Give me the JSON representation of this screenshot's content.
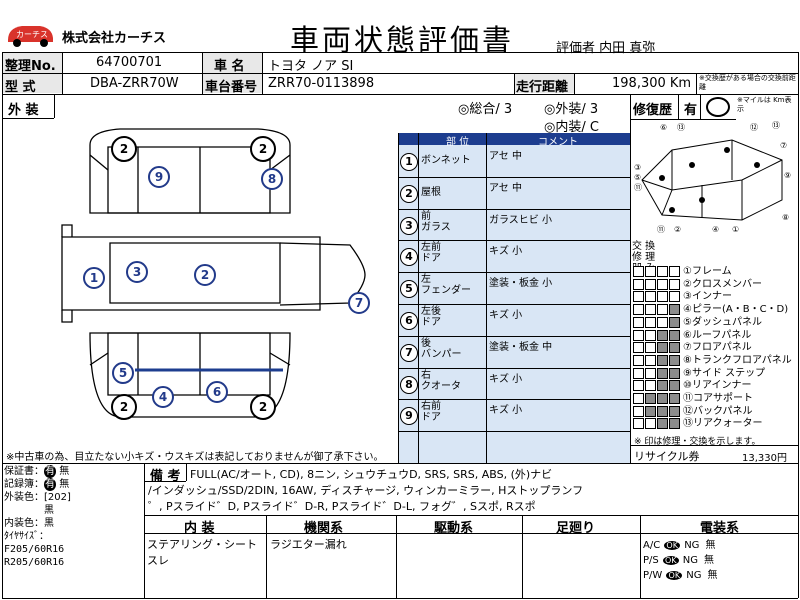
{
  "header": {
    "company": "株式会社カーチス",
    "logo_text": "カーチス",
    "title": "車両状態評価書",
    "evaluator_label": "評価者",
    "evaluator_name": "内田 真弥"
  },
  "info": {
    "mgmt_label": "整理No.",
    "mgmt_value": "64700701",
    "name_label": "車 名",
    "name_value": "トヨタ ノア SI",
    "model_label": "型 式",
    "model_value": "DBA-ZRR70W",
    "chassis_label": "車台番号",
    "chassis_value": "ZRR70-0113898",
    "mileage_label": "走行距離",
    "mileage_value": "198,300 Km",
    "mileage_note": "※交換歴がある場合の交換前距離"
  },
  "exterior": {
    "label": "外 装",
    "overall_label": "◎総合/",
    "overall_value": "3",
    "ext_label": "◎外装/",
    "ext_value": "3",
    "int_label": "◎内装/",
    "int_value": "C",
    "repair_label": "修復歴",
    "repair_value": "有",
    "meter_note": "※マイルは Km表示"
  },
  "diagram_marks": {
    "tires": [
      "2",
      "2",
      "2",
      "2"
    ],
    "points": [
      "9",
      "8",
      "1",
      "3",
      "2",
      "7",
      "5",
      "4",
      "6"
    ]
  },
  "table": {
    "head_part": "部 位",
    "head_comment": "コメント",
    "rows": [
      {
        "no": "1",
        "part": "ボンネット",
        "comment": "アセ 中"
      },
      {
        "no": "2",
        "part": "屋根",
        "comment": "アセ 中"
      },
      {
        "no": "3",
        "part": "前\nガラス",
        "comment": "ガラスヒビ 小"
      },
      {
        "no": "4",
        "part": "左前\nドア",
        "comment": "キズ 小"
      },
      {
        "no": "5",
        "part": "左\nフェンダー",
        "comment": "塗装・板金 小"
      },
      {
        "no": "6",
        "part": "左後\nドア",
        "comment": "キズ 小"
      },
      {
        "no": "7",
        "part": "後\nバンパー",
        "comment": "塗装・板金 中"
      },
      {
        "no": "8",
        "part": "右\nクオータ",
        "comment": "キズ 小"
      },
      {
        "no": "9",
        "part": "右前\nドア",
        "comment": "キズ 小"
      }
    ]
  },
  "damage_list": {
    "col_headers": [
      "交 換",
      "修 理",
      "凹 み"
    ],
    "items": [
      "①フレーム",
      "②クロスメンバー",
      "③インナー",
      "④ピラー(A・B・C・D)",
      "⑤ダッシュパネル",
      "⑥ルーフパネル",
      "⑦フロアパネル",
      "⑧トランクフロアパネル",
      "⑨サイド ステップ",
      "⑩リアインナー",
      "⑪コアサポート",
      "⑫バックパネル",
      "⑬リアクォーター"
    ],
    "footnote": "※ 印は修理・交換を示します。",
    "recycle_label": "リサイクル券",
    "recycle_value": "13,330円"
  },
  "notice": "※中古車の為、目立たない小キズ・ウスキズは表記しておりませんが御了承下さい。",
  "left_info": {
    "warranty": "保証書：",
    "warranty_has": "有",
    "warranty_none": "無",
    "records": "記録簿：",
    "records_has": "有",
    "records_none": "無",
    "ext_color": "外装色：[202]",
    "ext_color_name": "黒",
    "int_color": "内装色：黒",
    "tire_label": "ﾀｲﾔｻｲｽﾞ：",
    "tire_f": "F205/60R16",
    "tire_r": "R205/60R16"
  },
  "remarks": {
    "label": "備 考",
    "text1": "FULL(AC/オート, CD), 8ニン, シュウチュウD, SRS, SRS, ABS, (外)ナビ",
    "text2": "/インダッシュ/SSD/2DIN, 16AW, ディスチャージ, ウィンカーミラー, Hストップランフ",
    "text3": "゜, Pスライド゛D, Pスライド゛D-R, Pスライド゛D-L, フォグ゛, Sスポ, Rスポ"
  },
  "bottom": {
    "interior": "内 装",
    "interior_val1": "ステアリング・シート",
    "interior_val2": "スレ",
    "engine": "機関系",
    "engine_val": "ラジエター漏れ",
    "drive": "駆動系",
    "suspension": "足廻り",
    "electric": "電装系",
    "elec_items": [
      {
        "label": "A/C",
        "ok": "OK",
        "ng": "NG",
        "none": "無"
      },
      {
        "label": "P/S",
        "ok": "OK",
        "ng": "NG",
        "none": "無"
      },
      {
        "label": "P/W",
        "ok": "OK",
        "ng": "NG",
        "none": "無"
      }
    ]
  },
  "colors": {
    "navy": "#1d3d8f",
    "table_bg": "#d9e6f5",
    "logo_red": "#d9332b",
    "repair_gray": "#8c8c8c"
  }
}
